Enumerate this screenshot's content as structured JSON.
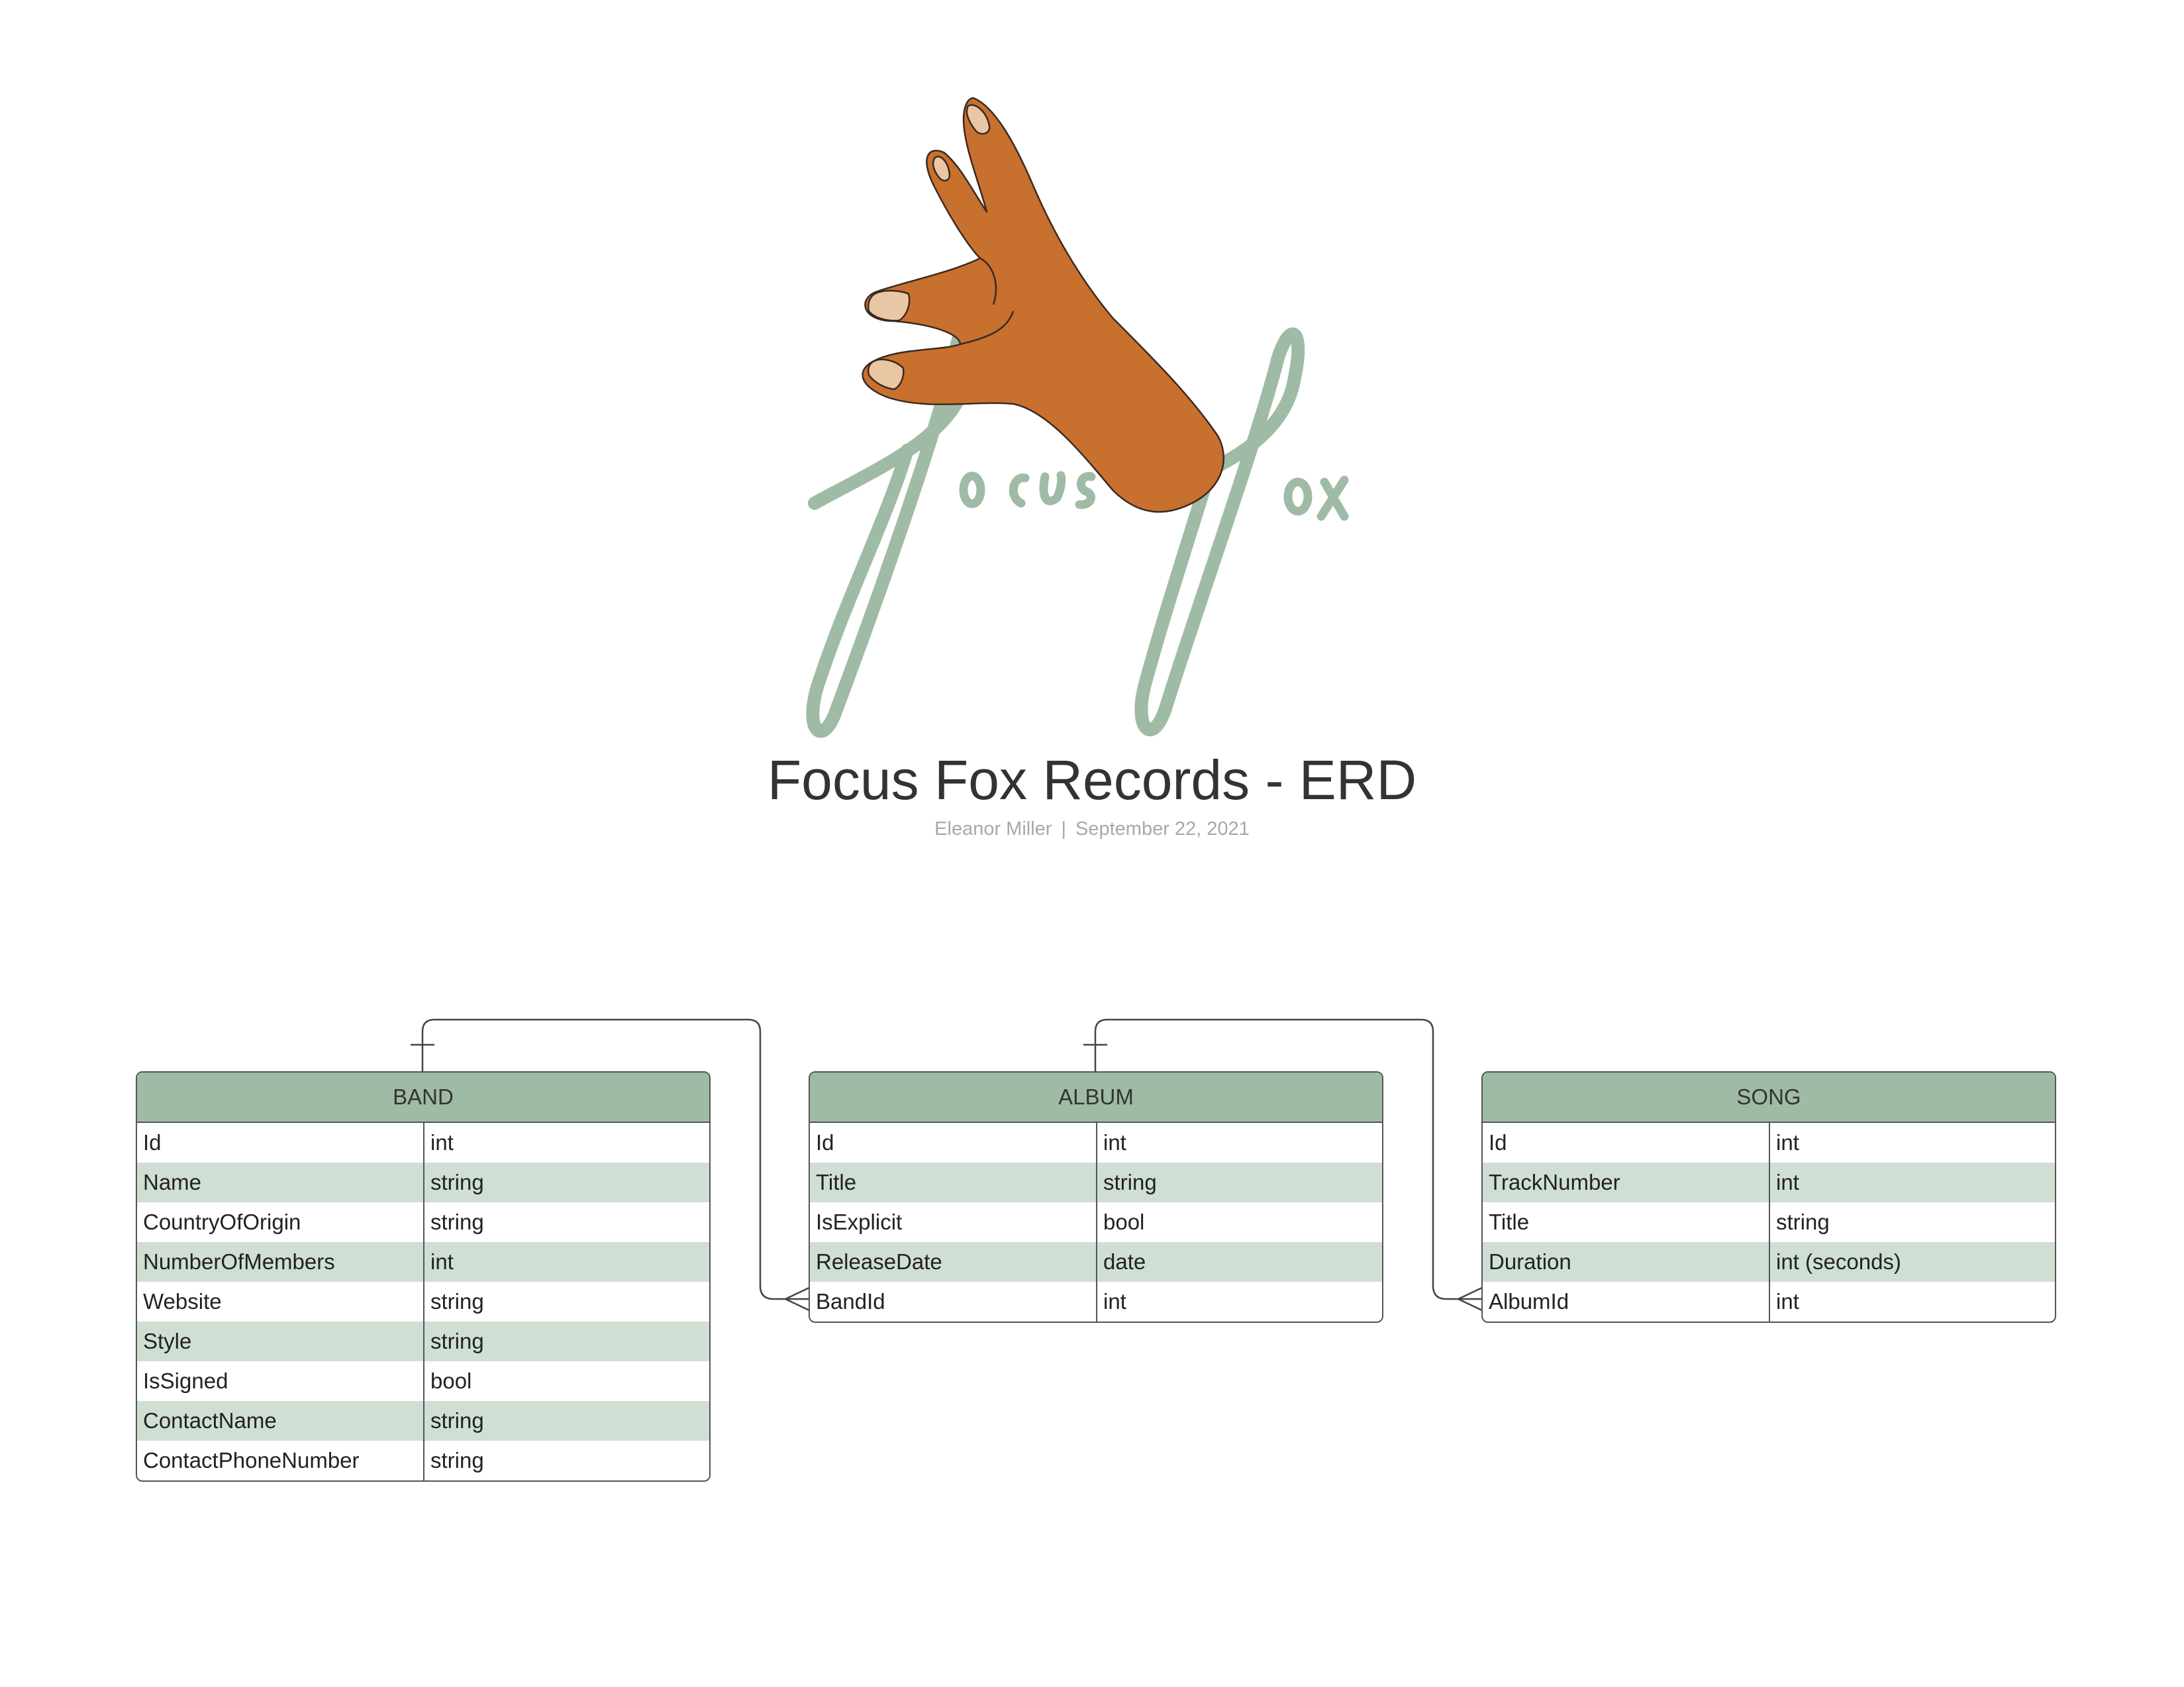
{
  "logo": {
    "text": "focus fox",
    "colors": {
      "hand": "#c8702e",
      "nails": "#e9c7a4",
      "script": "#9fbba5"
    }
  },
  "title": "Focus Fox Records - ERD",
  "subtitle": {
    "author": "Eleanor Miller",
    "separator": "|",
    "date": "September 22, 2021"
  },
  "colors": {
    "header": "#9fbba5",
    "alt_row": "#d0dfd4",
    "border": "#555555"
  },
  "entities": [
    {
      "name": "BAND",
      "fields": [
        {
          "name": "Id",
          "type": "int"
        },
        {
          "name": "Name",
          "type": "string"
        },
        {
          "name": "CountryOfOrigin",
          "type": "string"
        },
        {
          "name": "NumberOfMembers",
          "type": "int"
        },
        {
          "name": "Website",
          "type": "string"
        },
        {
          "name": "Style",
          "type": "string"
        },
        {
          "name": "IsSigned",
          "type": "bool"
        },
        {
          "name": "ContactName",
          "type": "string"
        },
        {
          "name": "ContactPhoneNumber",
          "type": "string"
        }
      ]
    },
    {
      "name": "ALBUM",
      "fields": [
        {
          "name": "Id",
          "type": "int"
        },
        {
          "name": "Title",
          "type": "string"
        },
        {
          "name": "IsExplicit",
          "type": "bool"
        },
        {
          "name": "ReleaseDate",
          "type": "date"
        },
        {
          "name": "BandId",
          "type": "int"
        }
      ]
    },
    {
      "name": "SONG",
      "fields": [
        {
          "name": "Id",
          "type": "int"
        },
        {
          "name": "TrackNumber",
          "type": "int"
        },
        {
          "name": "Title",
          "type": "string"
        },
        {
          "name": "Duration",
          "type": "int (seconds)"
        },
        {
          "name": "AlbumId",
          "type": "int"
        }
      ]
    }
  ],
  "relationships": [
    {
      "from": "BAND",
      "to": "ALBUM.BandId",
      "from_cardinality": "one",
      "to_cardinality": "many"
    },
    {
      "from": "ALBUM",
      "to": "SONG.AlbumId",
      "from_cardinality": "one",
      "to_cardinality": "many"
    }
  ]
}
